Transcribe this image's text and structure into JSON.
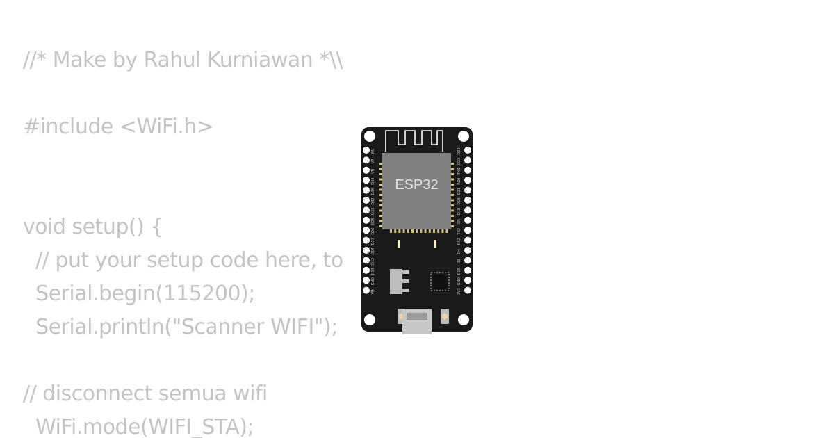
{
  "code": {
    "lines": [
      "//* Make by Rahul Kurniawan *\\\\",
      "#include <WiFi.h>",
      "void setup() {",
      "  // put your setup code here, to",
      "  Serial.begin(115200);",
      "  Serial.println(\"Scanner WIFI\");",
      "// disconnect semua wifi",
      "  WiFi.mode(WIFI_STA);"
    ]
  },
  "board": {
    "chip_label": "ESP32",
    "left_pins": [
      "EN",
      "VP",
      "VN",
      "D34",
      "D35",
      "D32",
      "D33",
      "D25",
      "D26",
      "D27",
      "D14",
      "D12",
      "D13",
      "GND",
      "VIN"
    ],
    "right_pins": [
      "D23",
      "D22",
      "TX0",
      "RX0",
      "D21",
      "D19",
      "D18",
      "D5",
      "TX2",
      "RX2",
      "D4",
      "D2",
      "D15",
      "GND",
      "3V3"
    ],
    "colors": {
      "pcb": "#1a1a1a",
      "chip": "#808080",
      "pin_gold": "#d8c27a",
      "code_text": "#c4c4c4"
    }
  }
}
